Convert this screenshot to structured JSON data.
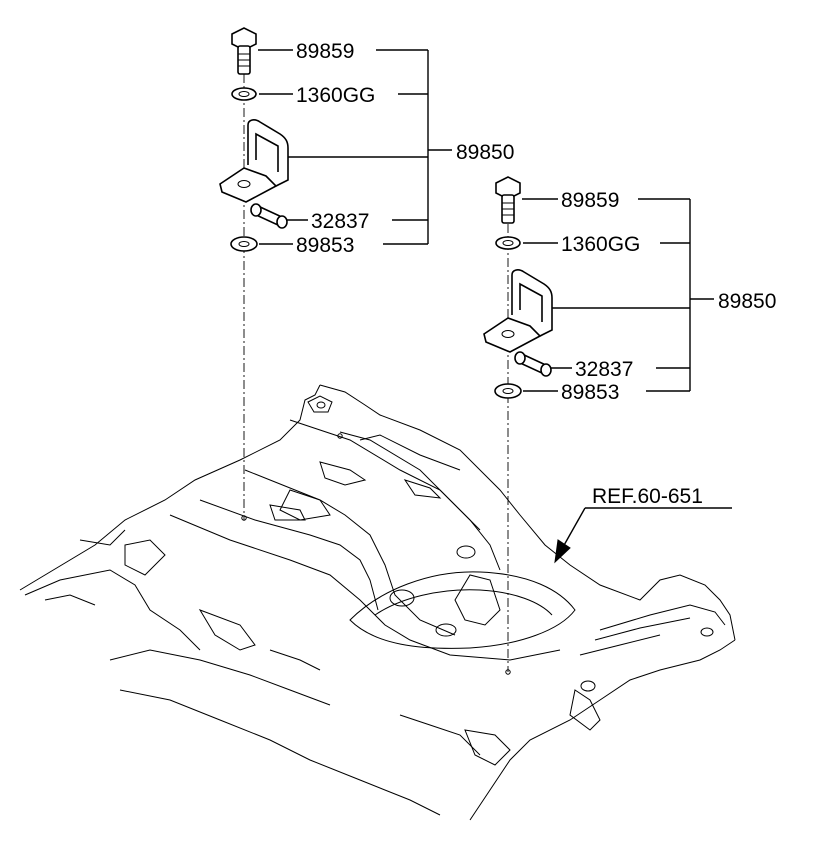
{
  "left_assembly": {
    "bolt": "89859",
    "washer": "1360GG",
    "assembly": "89850",
    "collar": "32837",
    "lower_washer": "89853"
  },
  "right_assembly": {
    "bolt": "89859",
    "washer": "1360GG",
    "assembly": "89850",
    "collar": "32837",
    "lower_washer": "89853"
  },
  "reference": "REF.60-651"
}
